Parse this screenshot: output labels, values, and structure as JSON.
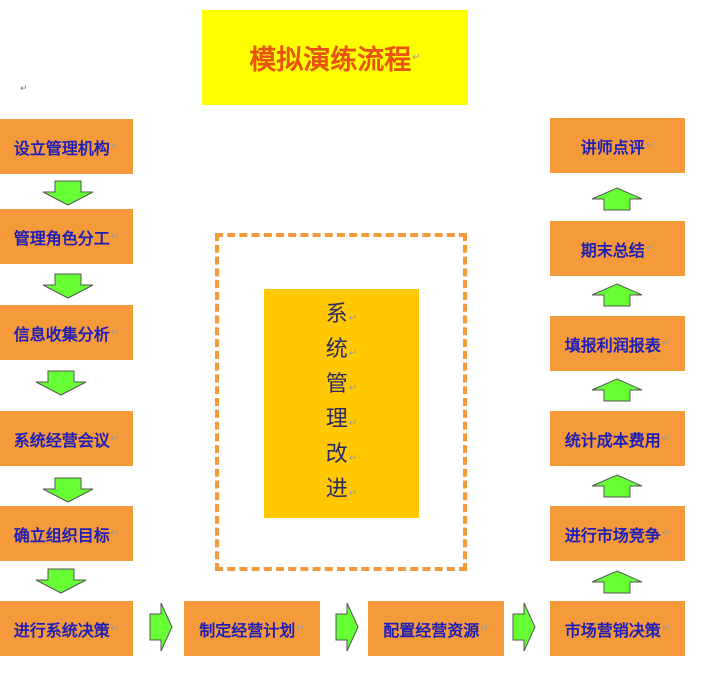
{
  "title": "模拟演练流程",
  "center": {
    "chars": [
      "系",
      "统",
      "管",
      "理",
      "改",
      "进"
    ]
  },
  "left_column": [
    "设立管理机构",
    "管理角色分工",
    "信息收集分析",
    "系统经营会议",
    "确立组织目标",
    "进行系统决策"
  ],
  "bottom_row": [
    "制定经营计划",
    "配置经营资源"
  ],
  "right_column": [
    "市场营销决策",
    "进行市场竞争",
    "统计成本费用",
    "填报利润报表",
    "期末总结",
    "讲师点评"
  ],
  "colors": {
    "box": "#f59a3a",
    "box_text": "#1f1fb8",
    "title_bg": "#ffff00",
    "title_text": "#e8540c",
    "center_bg": "#ffc800",
    "arrow_fill": "#66ff33"
  }
}
